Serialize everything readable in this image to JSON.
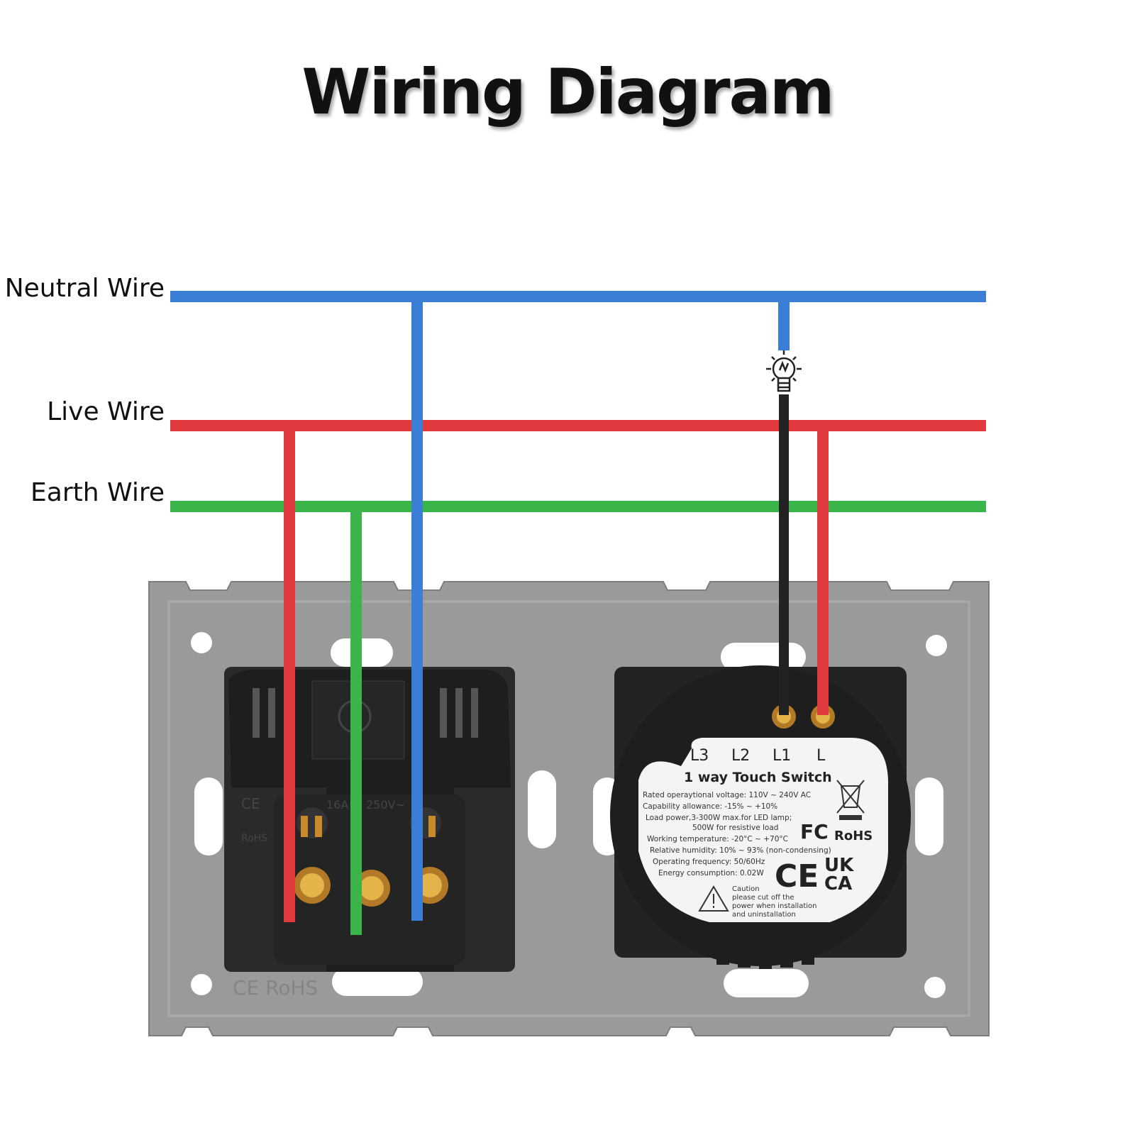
{
  "title": "Wiring Diagram",
  "wires": {
    "neutral": {
      "label": "Neutral Wire",
      "color": "#3a7fd5"
    },
    "live": {
      "label": "Live Wire",
      "color": "#e03a3e"
    },
    "earth": {
      "label": "Earth Wire",
      "color": "#3bb54a"
    },
    "load": {
      "color": "#222222"
    }
  },
  "switch": {
    "terminals": [
      "L3",
      "L2",
      "L1",
      "L"
    ],
    "title": "1 way Touch Switch",
    "specs": [
      "Rated operaytional voltage: 110V ~ 240V AC",
      "Capability allowance: -15% ~ +10%",
      "Load power,3-300W max.for LED lamp;",
      "500W for resistive load",
      "Working temperature: -20°C ~ +70°C",
      "Relative humidity: 10% ~ 93% (non-condensing)",
      "Operating frequency: 50/60Hz",
      "Energy consumption: 0.02W"
    ],
    "caution": [
      "Caution",
      "please cut off the",
      "power when installation",
      "and uninstallation"
    ],
    "marks": {
      "fc": "FC",
      "rohs": "RoHS",
      "ce": "CE",
      "ukca_top": "UK",
      "ukca_bottom": "CA"
    }
  },
  "frame": {
    "marks": "CE RoHS",
    "color": "#9a9a9a"
  },
  "socket": {
    "marks": [
      "CE",
      "RoHS",
      "16A",
      "250V~"
    ]
  }
}
